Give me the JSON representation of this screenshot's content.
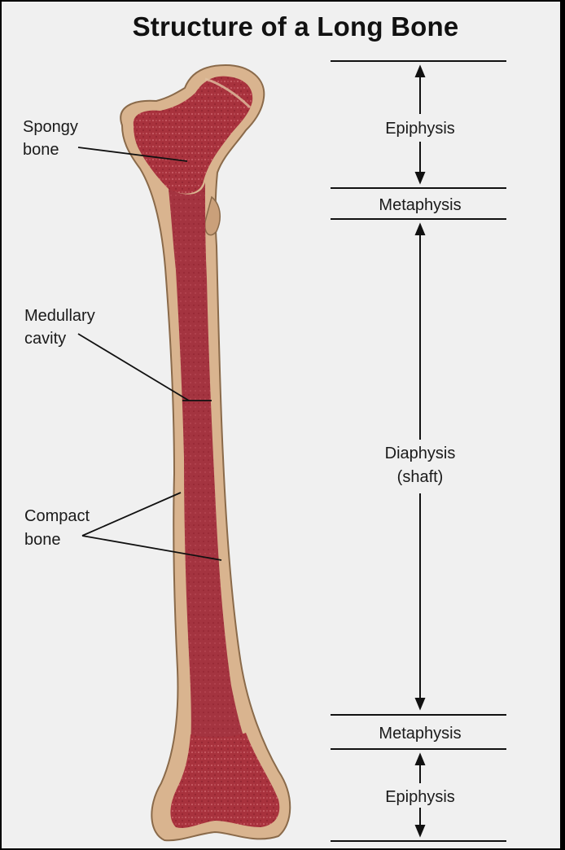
{
  "title": "Structure of a Long Bone",
  "labels": {
    "spongy_bone": [
      "Spongy",
      "bone"
    ],
    "medullary_cavity": [
      "Medullary",
      "cavity"
    ],
    "compact_bone": [
      "Compact",
      "bone"
    ]
  },
  "regions": {
    "epiphysis_top": "Epiphysis",
    "metaphysis_top": "Metaphysis",
    "diaphysis": [
      "Diaphysis",
      "(shaft)"
    ],
    "metaphysis_bottom": "Metaphysis",
    "epiphysis_bottom": "Epiphysis"
  },
  "colors": {
    "background": "#f0f0f0",
    "compact_bone": "#d9b48f",
    "marrow": "#a8323d",
    "outline": "#8a6a4a"
  }
}
